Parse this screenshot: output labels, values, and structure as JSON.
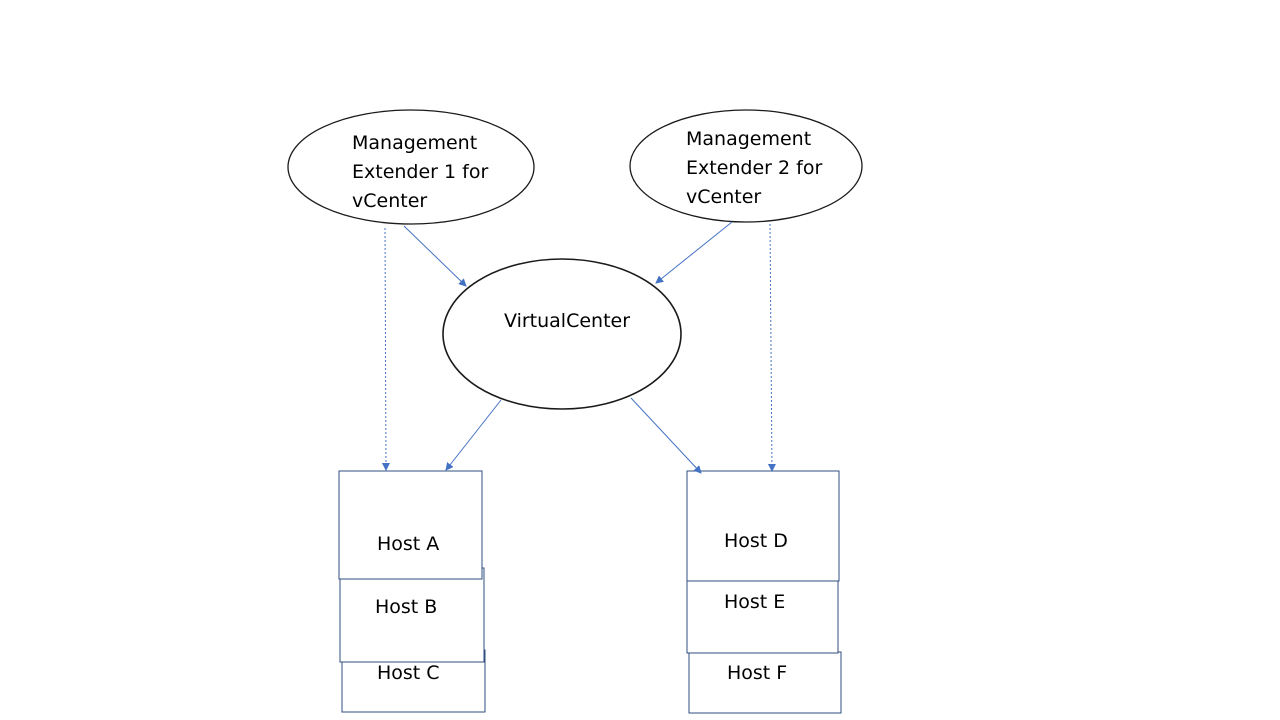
{
  "colors": {
    "background": "#ffffff",
    "outline_dark": "#1a1a1a",
    "host_border": "#2f4f7f",
    "arrow": "#4472c4",
    "text": "#000000"
  },
  "nodes": {
    "management_extender_1": {
      "lines": [
        "Management",
        "Extender 1 for",
        "vCenter"
      ]
    },
    "management_extender_2": {
      "lines": [
        "Management",
        "Extender 2 for",
        "vCenter"
      ]
    },
    "virtual_center": {
      "label": "VirtualCenter"
    },
    "hosts": {
      "host_a": "Host A",
      "host_b": "Host B",
      "host_c": "Host C",
      "host_d": "Host D",
      "host_e": "Host E",
      "host_f": "Host F"
    }
  }
}
